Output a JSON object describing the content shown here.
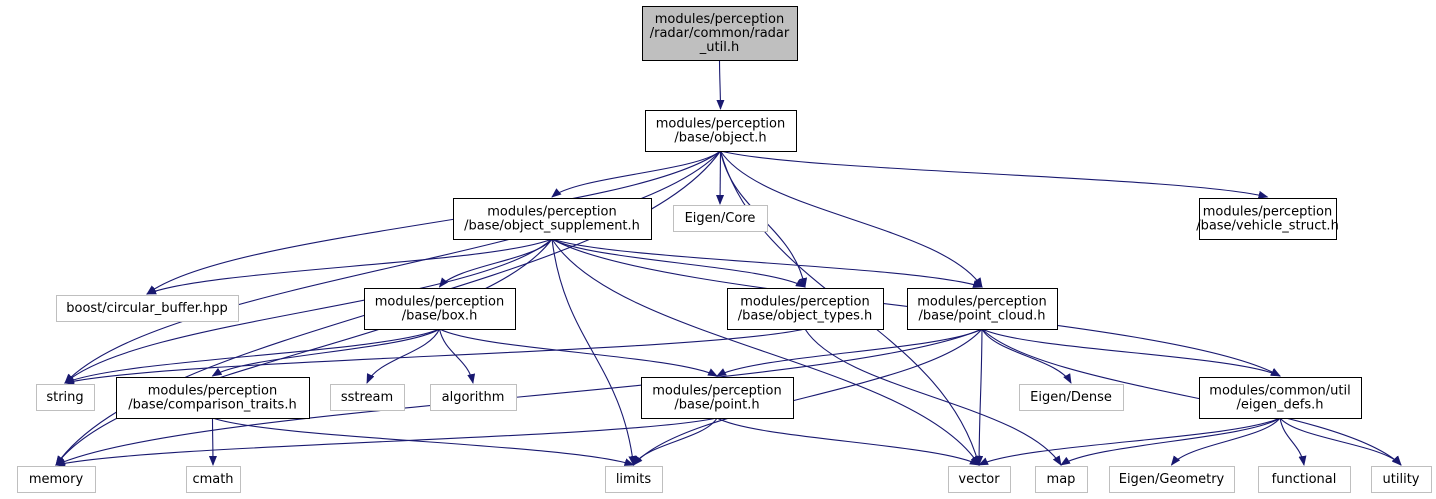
{
  "colors": {
    "edge": "#191970",
    "root_fill": "#bfbfbf",
    "internal_border": "#000000",
    "external_border": "#bfbfbf",
    "node_fill": "#ffffff"
  },
  "nodes": [
    {
      "id": "radar_util",
      "lines": [
        "modules/perception",
        "/radar/common/radar",
        "_util.h"
      ],
      "kind": "root"
    },
    {
      "id": "object",
      "lines": [
        "modules/perception",
        "/base/object.h"
      ],
      "kind": "internal"
    },
    {
      "id": "object_supplement",
      "lines": [
        "modules/perception",
        "/base/object_supplement.h"
      ],
      "kind": "internal"
    },
    {
      "id": "eigen_core",
      "lines": [
        "Eigen/Core"
      ],
      "kind": "external"
    },
    {
      "id": "vehicle_struct",
      "lines": [
        "modules/perception",
        "/base/vehicle_struct.h"
      ],
      "kind": "internal"
    },
    {
      "id": "boost_cb",
      "lines": [
        "boost/circular_buffer.hpp"
      ],
      "kind": "external"
    },
    {
      "id": "box",
      "lines": [
        "modules/perception",
        "/base/box.h"
      ],
      "kind": "internal"
    },
    {
      "id": "object_types",
      "lines": [
        "modules/perception",
        "/base/object_types.h"
      ],
      "kind": "internal"
    },
    {
      "id": "point_cloud",
      "lines": [
        "modules/perception",
        "/base/point_cloud.h"
      ],
      "kind": "internal"
    },
    {
      "id": "string",
      "lines": [
        "string"
      ],
      "kind": "external"
    },
    {
      "id": "comparison_traits",
      "lines": [
        "modules/perception",
        "/base/comparison_traits.h"
      ],
      "kind": "internal"
    },
    {
      "id": "sstream",
      "lines": [
        "sstream"
      ],
      "kind": "external"
    },
    {
      "id": "algorithm",
      "lines": [
        "algorithm"
      ],
      "kind": "external"
    },
    {
      "id": "point",
      "lines": [
        "modules/perception",
        "/base/point.h"
      ],
      "kind": "internal"
    },
    {
      "id": "eigen_dense",
      "lines": [
        "Eigen/Dense"
      ],
      "kind": "external"
    },
    {
      "id": "eigen_defs",
      "lines": [
        "modules/common/util",
        "/eigen_defs.h"
      ],
      "kind": "internal"
    },
    {
      "id": "memory",
      "lines": [
        "memory"
      ],
      "kind": "external"
    },
    {
      "id": "cmath",
      "lines": [
        "cmath"
      ],
      "kind": "external"
    },
    {
      "id": "limits",
      "lines": [
        "limits"
      ],
      "kind": "external"
    },
    {
      "id": "vector",
      "lines": [
        "vector"
      ],
      "kind": "external"
    },
    {
      "id": "map",
      "lines": [
        "map"
      ],
      "kind": "external"
    },
    {
      "id": "eigen_geometry",
      "lines": [
        "Eigen/Geometry"
      ],
      "kind": "external"
    },
    {
      "id": "functional",
      "lines": [
        "functional"
      ],
      "kind": "external"
    },
    {
      "id": "utility",
      "lines": [
        "utility"
      ],
      "kind": "external"
    }
  ],
  "edges": [
    [
      "radar_util",
      "object"
    ],
    [
      "object",
      "object_supplement"
    ],
    [
      "object",
      "eigen_core"
    ],
    [
      "object",
      "vehicle_struct"
    ],
    [
      "object",
      "boost_cb"
    ],
    [
      "object",
      "object_types"
    ],
    [
      "object",
      "point_cloud"
    ],
    [
      "object",
      "string"
    ],
    [
      "object",
      "memory"
    ],
    [
      "object",
      "vector"
    ],
    [
      "object_supplement",
      "boost_cb"
    ],
    [
      "object_supplement",
      "box"
    ],
    [
      "object_supplement",
      "object_types"
    ],
    [
      "object_supplement",
      "point_cloud"
    ],
    [
      "object_supplement",
      "string"
    ],
    [
      "object_supplement",
      "memory"
    ],
    [
      "object_supplement",
      "limits"
    ],
    [
      "object_supplement",
      "vector"
    ],
    [
      "object_supplement",
      "eigen_defs"
    ],
    [
      "box",
      "string"
    ],
    [
      "box",
      "comparison_traits"
    ],
    [
      "box",
      "sstream"
    ],
    [
      "box",
      "algorithm"
    ],
    [
      "box",
      "point"
    ],
    [
      "object_types",
      "string"
    ],
    [
      "object_types",
      "map"
    ],
    [
      "point_cloud",
      "point"
    ],
    [
      "point_cloud",
      "eigen_dense"
    ],
    [
      "point_cloud",
      "eigen_defs"
    ],
    [
      "point_cloud",
      "memory"
    ],
    [
      "point_cloud",
      "limits"
    ],
    [
      "point_cloud",
      "vector"
    ],
    [
      "point_cloud",
      "utility"
    ],
    [
      "comparison_traits",
      "cmath"
    ],
    [
      "comparison_traits",
      "limits"
    ],
    [
      "point",
      "memory"
    ],
    [
      "point",
      "limits"
    ],
    [
      "point",
      "vector"
    ],
    [
      "eigen_defs",
      "vector"
    ],
    [
      "eigen_defs",
      "map"
    ],
    [
      "eigen_defs",
      "eigen_geometry"
    ],
    [
      "eigen_defs",
      "functional"
    ],
    [
      "eigen_defs",
      "utility"
    ]
  ]
}
